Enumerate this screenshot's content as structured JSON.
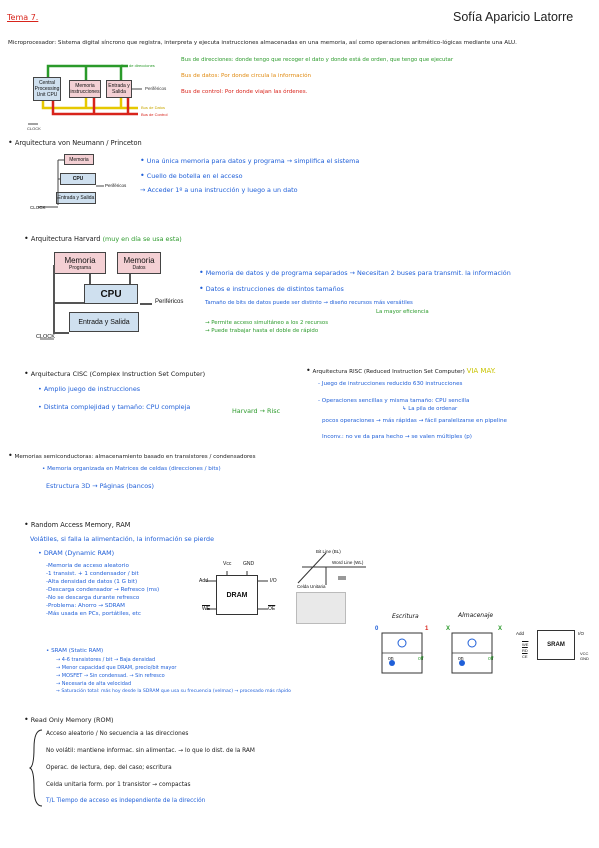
{
  "header": {
    "topic": "Tema 7.",
    "author": "Sofía Aparicio Latorre"
  },
  "intro": {
    "micro_def": "Microprocesador: Sistema digital síncrono que registra, interpreta y ejecuta instrucciones almacenadas en una memoria, así como operaciones aritmético-lógicas mediante una ALU.",
    "bus_dir": "Bus de direcciones: donde tengo que recoger el dato y donde está de orden, que tengo que ejecutar",
    "bus_datos": "Bus de datos: Por donde circula la información",
    "bus_control": "Bus de control: Por donde viajan las órdenes."
  },
  "diagram1": {
    "cpu_label": "Central Processing Unit CPU",
    "memoria": "Memoria instrucciones",
    "es": "Entrada y Salida",
    "perifericos": "Periféricos",
    "bus_dir_lbl": "Bus de direcciones",
    "bus_datos_lbl": "Bus de Datos",
    "bus_ctrl_lbl": "Bus de Control",
    "clock": "CLOCK"
  },
  "von_neumann": {
    "title": "Arquitectura von Neumann / Princeton",
    "p1": "Una única memoria para datos y programa → simplifica el sistema",
    "p2": "Cuello de botella en el acceso",
    "p3": "Acceder 1º a una instrucción y luego a un dato",
    "diagram": {
      "memoria": "Memoria",
      "cpu": "CPU",
      "perifericos": "Periféricos",
      "es": "Entrada y Salida",
      "clock": "CLOCK"
    }
  },
  "harvard": {
    "title": "Arquitectura Harvard",
    "note": "(muy en día se usa esta)",
    "p1": "Memoria de datos y de programa separados → Necesitan 2 buses para transmit. la información",
    "p2": "Datos e instrucciones de distintos tamaños",
    "p3": "Tamaño de bits de datos puede ser distinto → diseño recursos más versátiles",
    "p3b": "La mayor eficiencia",
    "p4": "Permite acceso simultáneo a los 2 recursos",
    "p5": "Puede trabajar hasta el doble de rápido",
    "diagram": {
      "mem_prog": "Memoria",
      "mem_prog_sub": "Programa",
      "mem_datos": "Memoria",
      "mem_datos_sub": "Datos",
      "cpu": "CPU",
      "perifericos": "Periféricos",
      "es": "Entrada y Salida",
      "clock": "CLOCK"
    }
  },
  "cisc": {
    "title": "Arquitectura CISC (Complex Instruction Set Computer)",
    "p1": "Amplio juego de instrucciones",
    "p2": "Distinta complejidad y tamaño: CPU compleja",
    "harvard_risc": "Harvard → Risc"
  },
  "risc": {
    "title": "Arquitectura RISC (Reduced Instruction Set Computer)",
    "highlight": "VIA MAY.",
    "p1": "Juego de instrucciones reducido 630 instrucciones",
    "p2": "Operaciones sencillas y misma tamaño: CPU sencilla",
    "p2b": "La pila de ordenar",
    "p3": "pocos operaciones → más rápidas → fácil paralelizarse en pipeline",
    "p4": "Inconv.: no ve da para hecho → se valen múltiples (p)"
  },
  "memorias": {
    "title": "Memorias semiconductoras: almacenamiento basado en transistores / condensadores",
    "p1": "Memoria organizada en Matrices de celdas (direcciones / bits)",
    "p2": "Estructura 3D → Páginas (bancos)"
  },
  "ram": {
    "title": "Random Access Memory, RAM",
    "subtitle": "Volátiles, si falla la alimentación, la información se pierde",
    "dram_title": "DRAM (Dynamic RAM)",
    "dram_items": [
      "Memoria de acceso aleatorio",
      "1 transist. + 1 condensador / bit",
      "Alta densidad de datos (1 G bit)",
      "Descarga condensador → Refresco (ms)",
      "No se descarga durante refresco",
      "Problema: Ahorro → SDRAM",
      "Más usada en PCs, portátiles, etc"
    ],
    "sram_title": "SRAM (Static RAM)",
    "sram_items": [
      "4-6 transistores / bit → Baja densidad",
      "Menor capacidad que DRAM, precio/bit mayor",
      "MOSFET → Sin condensad. → Sin refresco",
      "Necesaria de alta velocidad",
      "Saturación total: más hoy desde la SDRAM que usa su frecuencia (velmac) → procesado más rápido"
    ],
    "dram_chip": {
      "vcc": "Vcc",
      "gnd": "GND",
      "add": "Add",
      "io": "I/O",
      "label": "DRAM",
      "we": "WE",
      "oe": "OE"
    },
    "bitline": "Bit Line (BL)",
    "wordline": "Word Line (WL)",
    "celda": "Celda Unitaria",
    "escritura": "Escritura",
    "almacenaje": "Almacenaje",
    "sram_chip": {
      "add": "Add",
      "io": "I/O",
      "label": "SRAM",
      "vcc": "VCC",
      "gnd": "GND",
      "we": "WE",
      "rd": "RD",
      "ce": "CE"
    },
    "on": "on",
    "off": "off",
    "zero": "0",
    "one": "1",
    "x": "X"
  },
  "rom": {
    "title": "Read Only Memory (ROM)",
    "items": [
      "Acceso aleatorio / No secuencia a las direcciones",
      "No volátil: mantiene informac. sin alimentac. → lo que lo dist. de la RAM",
      "Operac. de lectura, dep. del caso; escritura",
      "Celda unitaria form. por 1 transistor → compactas",
      "T/L Tiempo de acceso es independiente de la dirección"
    ]
  }
}
